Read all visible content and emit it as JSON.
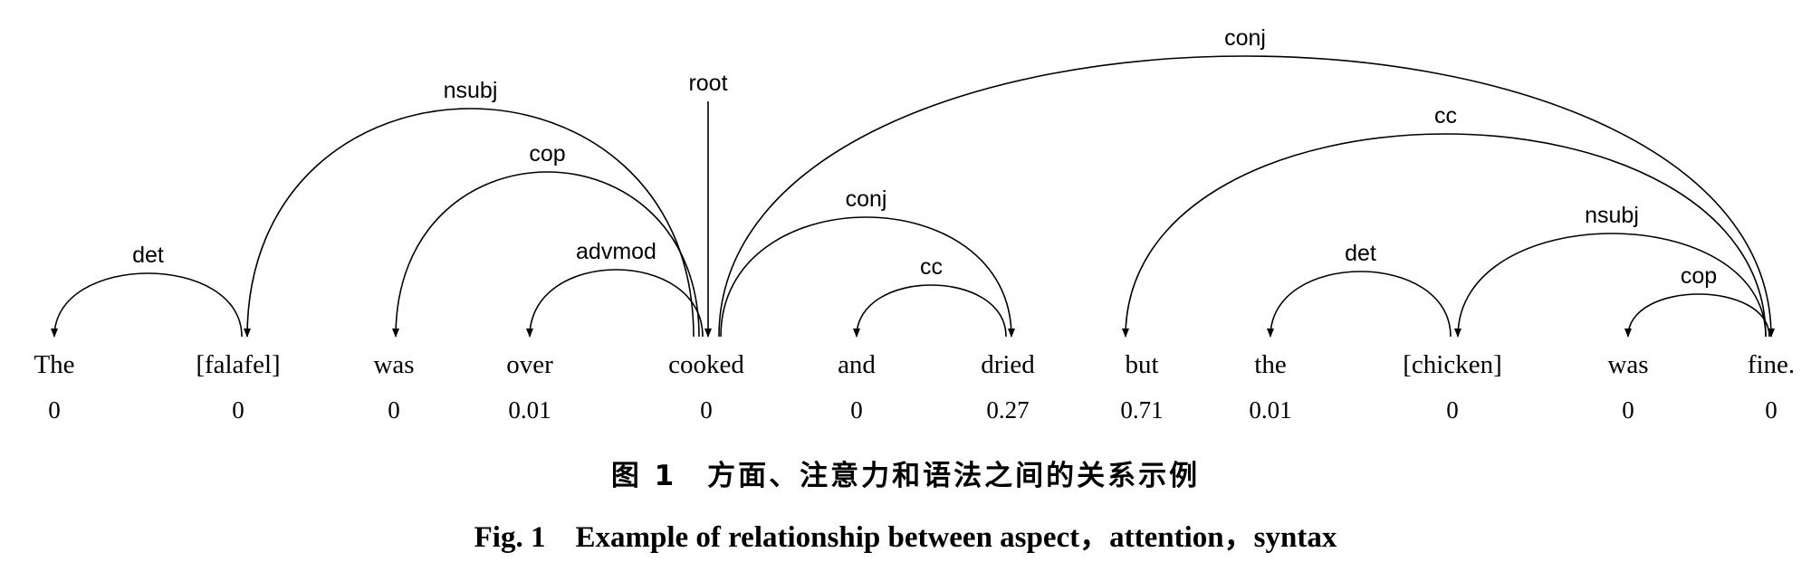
{
  "tokens": [
    {
      "word": "The",
      "score": "0"
    },
    {
      "word": "[falafel]",
      "score": "0"
    },
    {
      "word": "was",
      "score": "0"
    },
    {
      "word": "over",
      "score": "0.01"
    },
    {
      "word": "cooked",
      "score": "0"
    },
    {
      "word": "and",
      "score": "0"
    },
    {
      "word": "dried",
      "score": "0.27"
    },
    {
      "word": "but",
      "score": "0.71"
    },
    {
      "word": "the",
      "score": "0.01"
    },
    {
      "word": "[chicken]",
      "score": "0"
    },
    {
      "word": "was",
      "score": "0"
    },
    {
      "word": "fine.",
      "score": "0"
    }
  ],
  "root": {
    "label": "root",
    "token": 4
  },
  "arcs": [
    {
      "label": "det",
      "head": 1,
      "dep": 0
    },
    {
      "label": "nsubj",
      "head": 4,
      "dep": 1
    },
    {
      "label": "cop",
      "head": 4,
      "dep": 2
    },
    {
      "label": "advmod",
      "head": 4,
      "dep": 3
    },
    {
      "label": "conj",
      "head": 4,
      "dep": 6
    },
    {
      "label": "cc",
      "head": 6,
      "dep": 5
    },
    {
      "label": "conj",
      "head": 4,
      "dep": 11
    },
    {
      "label": "cc",
      "head": 11,
      "dep": 7
    },
    {
      "label": "det",
      "head": 9,
      "dep": 8
    },
    {
      "label": "nsubj",
      "head": 11,
      "dep": 9
    },
    {
      "label": "cop",
      "head": 11,
      "dep": 10
    }
  ],
  "captions": {
    "cn": "图 1　方面、注意力和语法之间的关系示例",
    "en": "Fig. 1　Example of relationship between aspect，attention，syntax"
  }
}
